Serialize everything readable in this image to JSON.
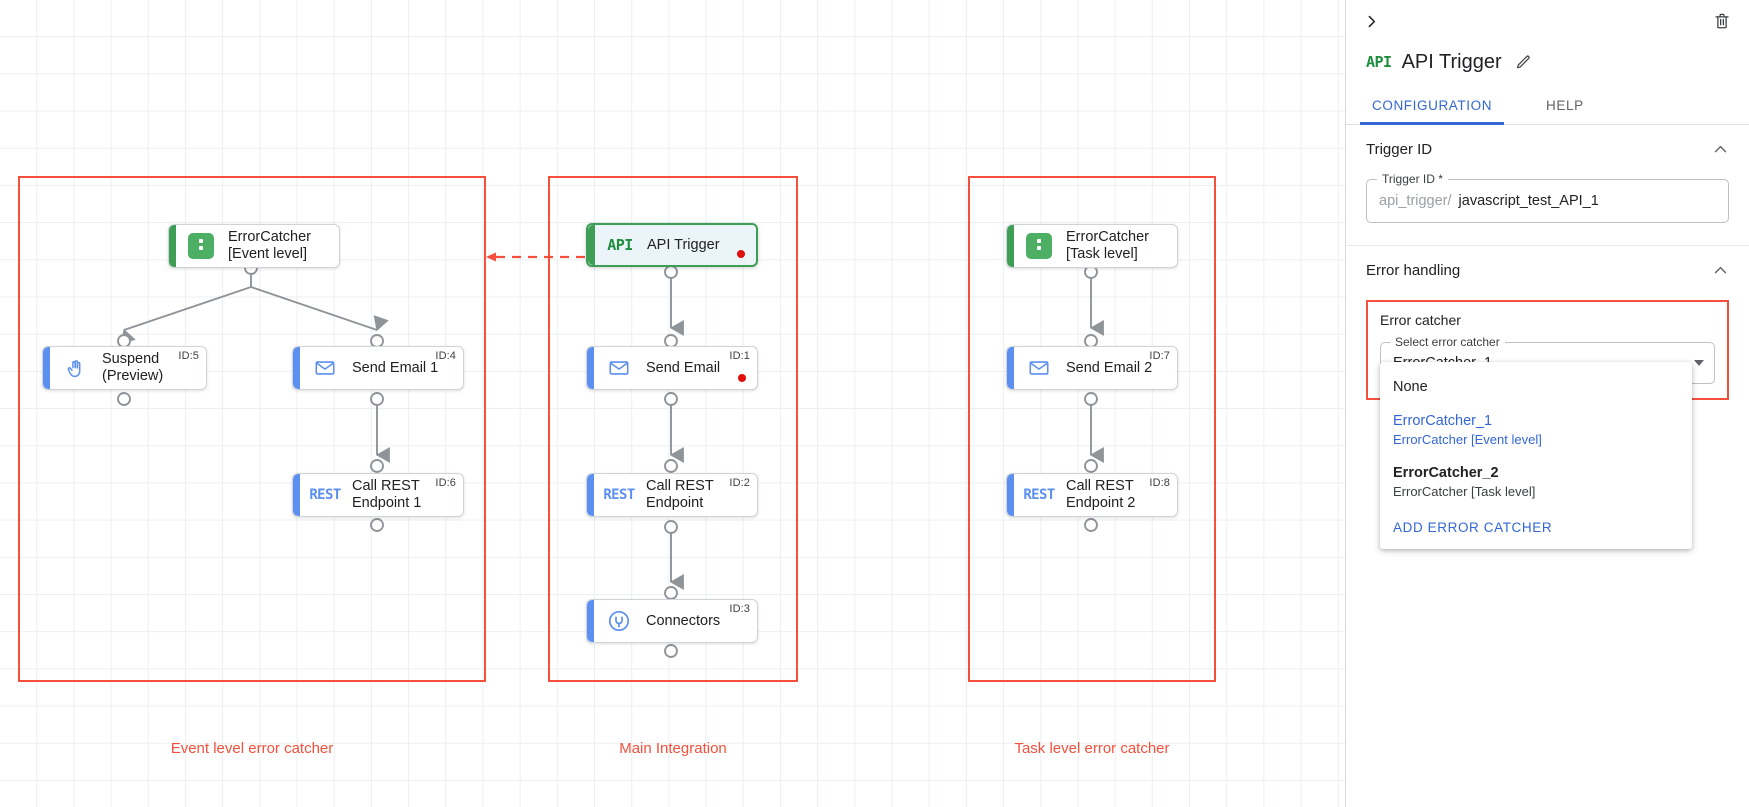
{
  "canvas": {
    "groups": [
      {
        "name": "event-level-group",
        "label": "Event level error catcher"
      },
      {
        "name": "main-integration-group",
        "label": "Main Integration"
      },
      {
        "name": "task-level-group",
        "label": "Task level error catcher"
      }
    ],
    "nodes": [
      {
        "key": "error_catcher_event",
        "label": "ErrorCatcher\n[Event level]",
        "icon": "error-catcher-icon",
        "accent": "green",
        "id_label": "",
        "selected": false,
        "dot": false
      },
      {
        "key": "suspend",
        "label": "Suspend\n(Preview)",
        "icon": "suspend-hand-icon",
        "accent": "blue",
        "id_label": "ID:5",
        "selected": false,
        "dot": false
      },
      {
        "key": "send_email_1",
        "label": "Send Email 1",
        "icon": "email-icon",
        "accent": "blue",
        "id_label": "ID:4",
        "selected": false,
        "dot": false
      },
      {
        "key": "call_rest_endpoint_1",
        "label": "Call REST\nEndpoint 1",
        "icon": "rest-icon",
        "accent": "blue",
        "id_label": "ID:6",
        "selected": false,
        "dot": false
      },
      {
        "key": "api_trigger",
        "label": "API Trigger",
        "icon": "api-icon",
        "accent": "green",
        "id_label": "",
        "selected": true,
        "dot": true
      },
      {
        "key": "send_email",
        "label": "Send Email",
        "icon": "email-icon",
        "accent": "blue",
        "id_label": "ID:1",
        "selected": false,
        "dot": true
      },
      {
        "key": "call_rest_endpoint",
        "label": "Call REST\nEndpoint",
        "icon": "rest-icon",
        "accent": "blue",
        "id_label": "ID:2",
        "selected": false,
        "dot": false
      },
      {
        "key": "connectors",
        "label": "Connectors",
        "icon": "connectors-icon",
        "accent": "blue",
        "id_label": "ID:3",
        "selected": false,
        "dot": false
      },
      {
        "key": "error_catcher_task",
        "label": "ErrorCatcher\n[Task level]",
        "icon": "error-catcher-icon",
        "accent": "green",
        "id_label": "",
        "selected": false,
        "dot": false
      },
      {
        "key": "send_email_2",
        "label": "Send Email 2",
        "icon": "email-icon",
        "accent": "blue",
        "id_label": "ID:7",
        "selected": false,
        "dot": false
      },
      {
        "key": "call_rest_endpoint_2",
        "label": "Call REST\nEndpoint 2",
        "icon": "rest-icon",
        "accent": "blue",
        "id_label": "ID:8",
        "selected": false,
        "dot": false
      }
    ]
  },
  "panel": {
    "title": "API Trigger",
    "title_icon": "api-icon",
    "collapse_icon": "chevron-right-icon",
    "delete_icon": "trash-icon",
    "edit_icon": "pencil-icon",
    "tabs": [
      {
        "label": "CONFIGURATION",
        "active": true
      },
      {
        "label": "HELP",
        "active": false
      }
    ],
    "trigger_id_section": {
      "title": "Trigger ID",
      "field_legend": "Trigger ID *",
      "prefix": "api_trigger/",
      "value": "javascript_test_API_1"
    },
    "error_handling_section": {
      "title": "Error handling",
      "block_title": "Error catcher",
      "select_legend": "Select error catcher",
      "select_value": "ErrorCatcher_1",
      "options": [
        {
          "main": "None",
          "sub": "",
          "selected": false,
          "bold": false
        },
        {
          "main": "ErrorCatcher_1",
          "sub": "ErrorCatcher [Event level]",
          "selected": true,
          "bold": false
        },
        {
          "main": "ErrorCatcher_2",
          "sub": "ErrorCatcher [Task level]",
          "selected": false,
          "bold": true
        }
      ],
      "action_label": "ADD ERROR CATCHER"
    }
  },
  "colors": {
    "accent_blue": "#3367d6",
    "group_red": "#f4503c",
    "node_green": "#3f9e55",
    "node_blue": "#5b8ff0",
    "error_dot": "#e00d0d"
  }
}
